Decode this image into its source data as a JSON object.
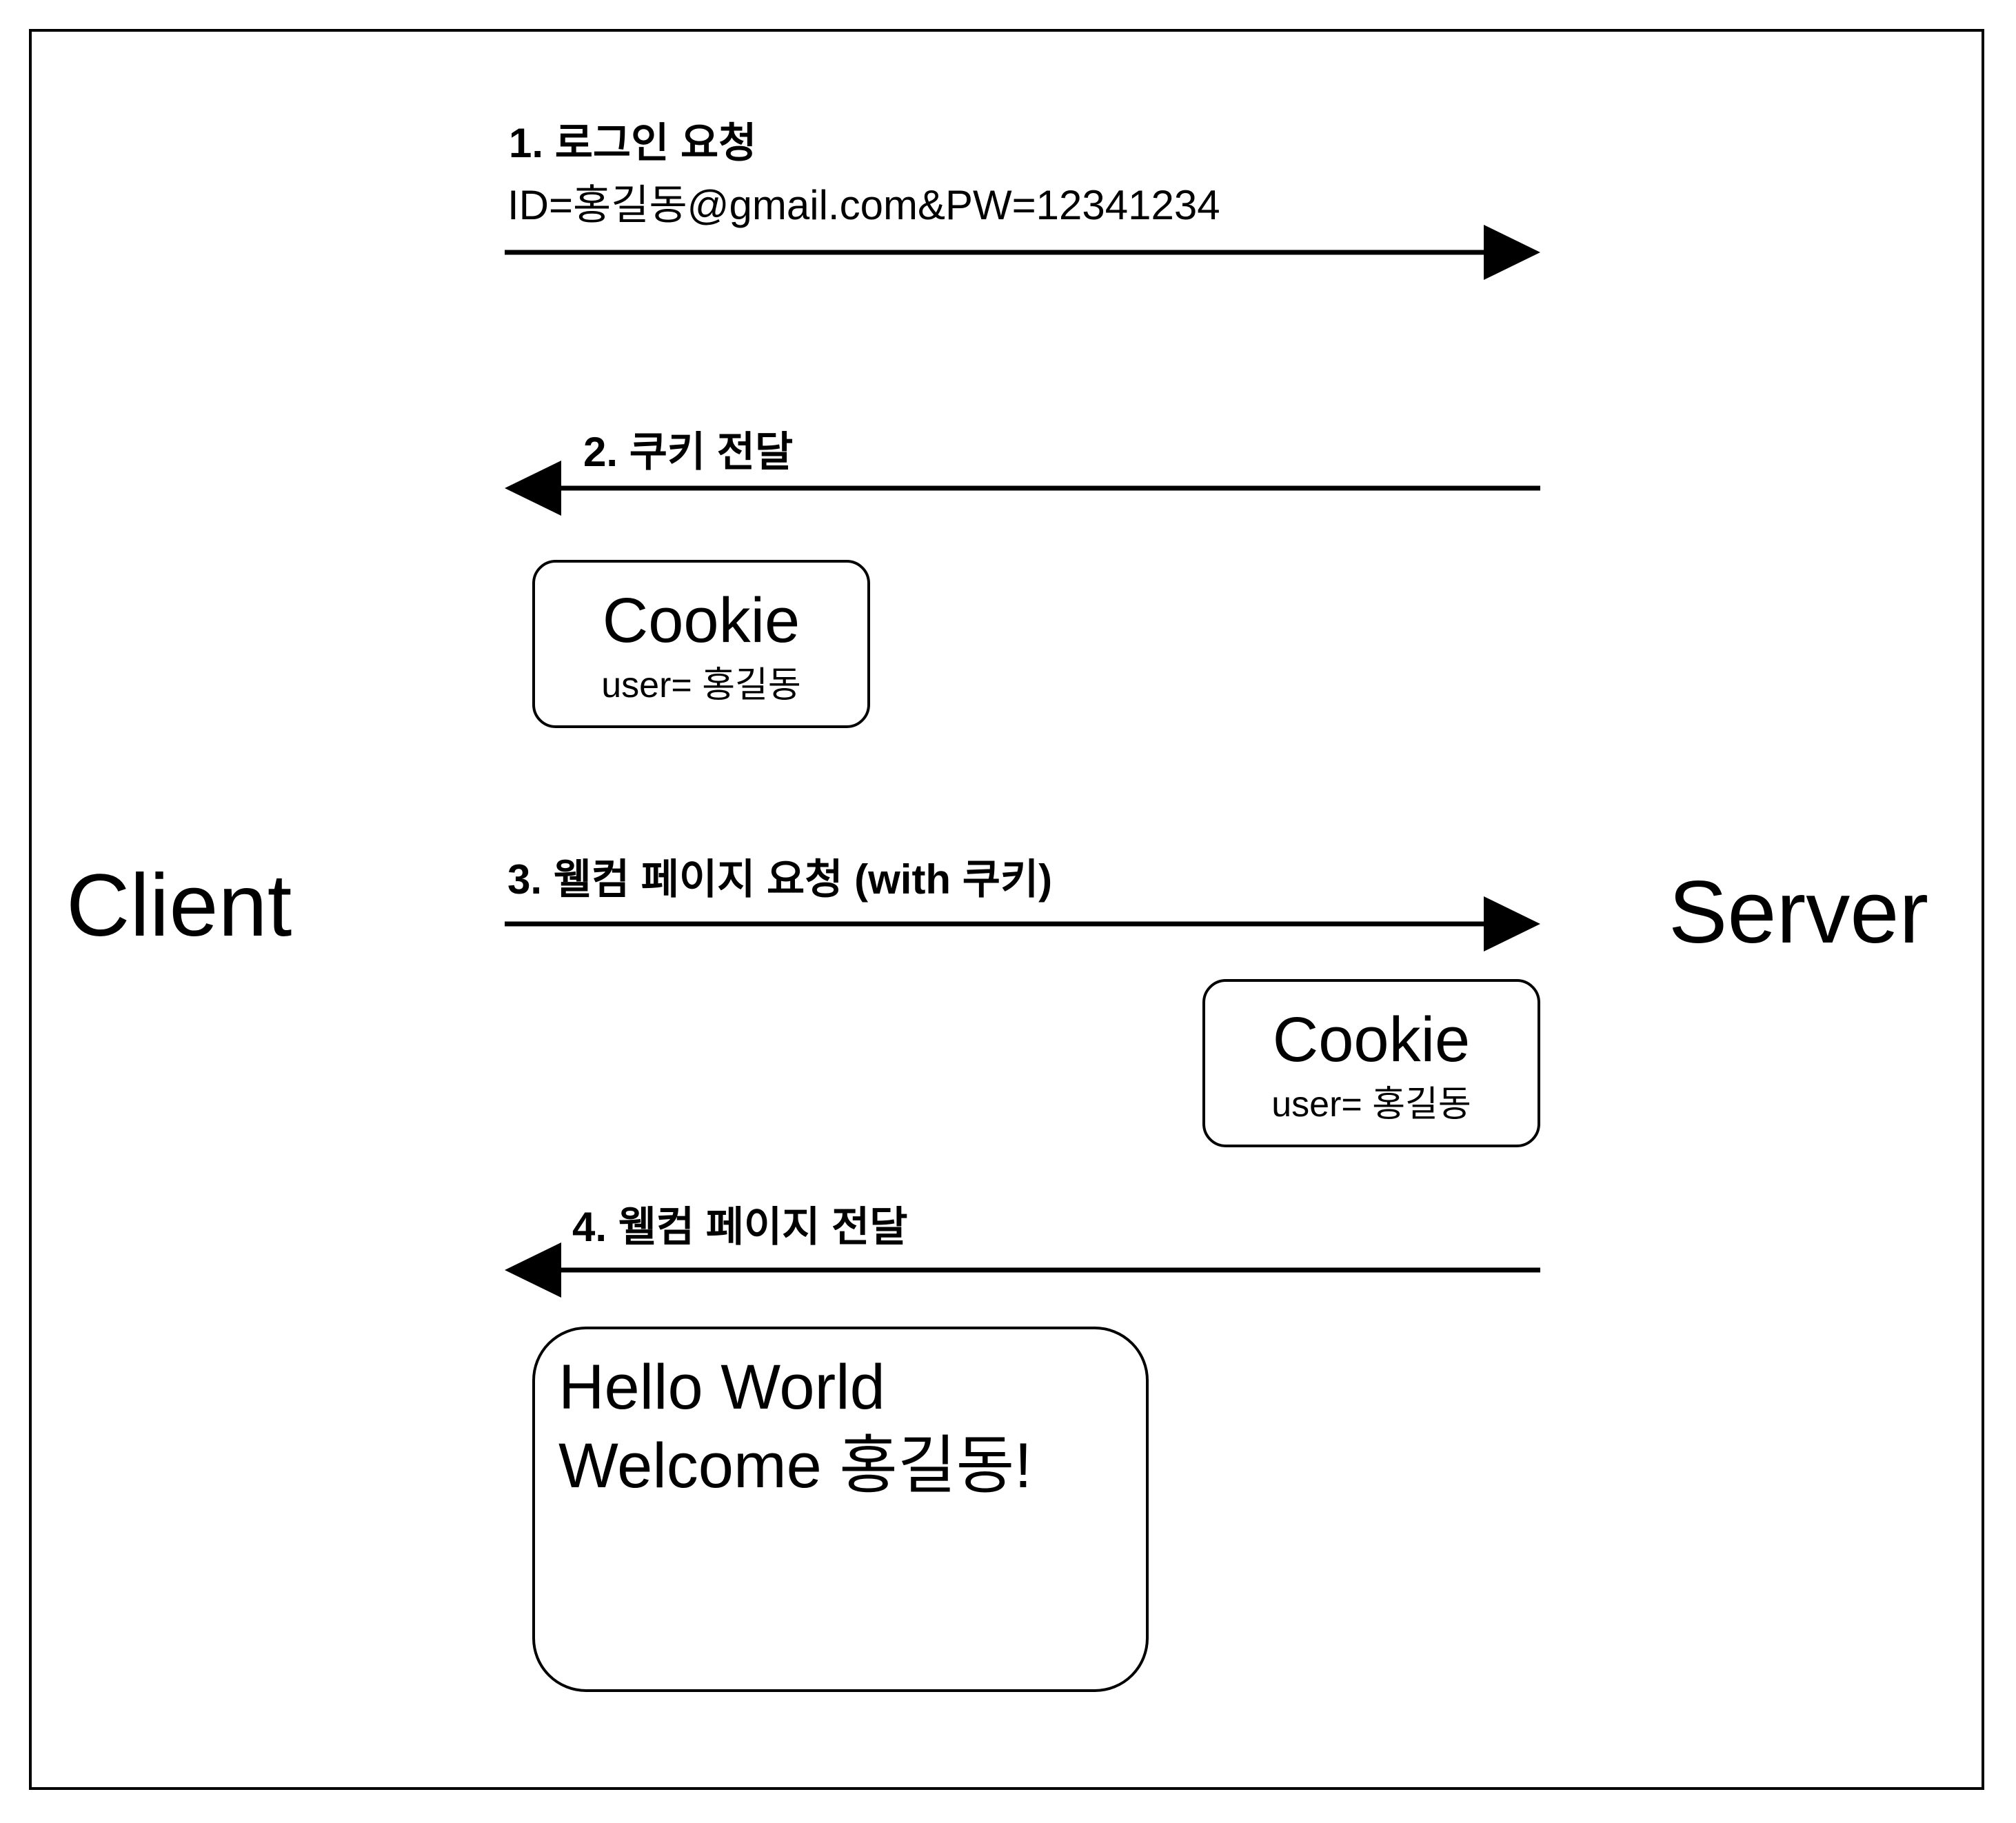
{
  "actors": {
    "client": "Client",
    "server": "Server"
  },
  "messages": [
    {
      "label": "1. 로그인 요청",
      "sub": "ID=홍길동@gmail.com&PW=12341234",
      "direction": "client-to-server"
    },
    {
      "label": "2. 쿠키 전달",
      "direction": "server-to-client"
    },
    {
      "label": "3. 웰컴 페이지 요청 (with 쿠키)",
      "direction": "client-to-server"
    },
    {
      "label": "4. 웰컴 페이지 전달",
      "direction": "server-to-client"
    }
  ],
  "cookies": [
    {
      "title": "Cookie",
      "value": "user= 홍길동"
    },
    {
      "title": "Cookie",
      "value": "user= 홍길동"
    }
  ],
  "welcome_page": {
    "line1": "Hello World",
    "line2": "Welcome 홍길동!"
  }
}
